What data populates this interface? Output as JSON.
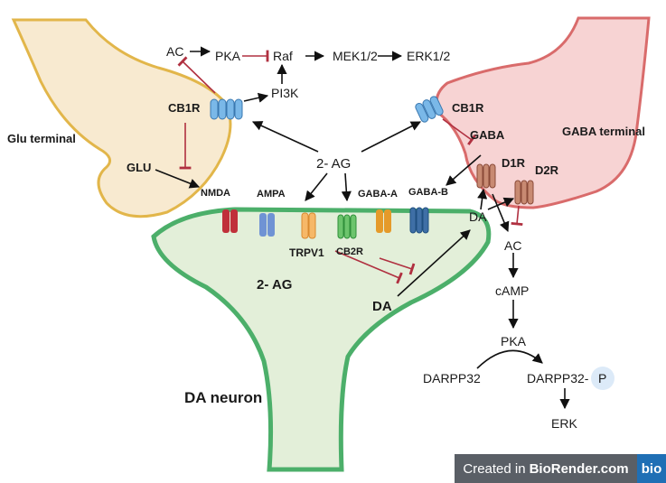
{
  "labels": {
    "glu_terminal": "Glu terminal",
    "gaba_terminal": "GABA terminal",
    "da_neuron": "DA neuron",
    "cb1r_left": "CB1R",
    "cb1r_right": "CB1R",
    "glu": "GLU",
    "gaba": "GABA",
    "ag_center": "2- AG",
    "ag_neuron": "2- AG",
    "nmda": "NMDA",
    "ampa": "AMPA",
    "trpv1": "TRPV1",
    "cb2r": "CB2R",
    "gaba_a": "GABA-A",
    "gaba_b": "GABA-B",
    "d1r": "D1R",
    "d2r": "D2R",
    "da_neuron_label": "DA",
    "da_synapse": "DA",
    "ac_top": "AC",
    "pka_top": "PKA",
    "raf": "Raf",
    "mek": "MEK1/2",
    "erk_top": "ERK1/2",
    "pi3k": "PI3K",
    "ac_right": "AC",
    "camp": "cAMP",
    "pka_right": "PKA",
    "darpp32": "DARPP32",
    "darpp32p": "DARPP32-",
    "phospho": "P",
    "erk_bottom": "ERK"
  },
  "footer": {
    "created_in": "Created in",
    "brand": "BioRender.com",
    "logo": "bio"
  },
  "colors": {
    "glu_fill": "#f8ead0",
    "glu_stroke": "#e2b64a",
    "gaba_fill": "#f7d3d3",
    "gaba_stroke": "#d96b6b",
    "neuron_fill": "#e3efd9",
    "neuron_stroke": "#4caf6a",
    "inhibit": "#b03040",
    "arrow": "#111111"
  },
  "icons": [
    "receptor-cb1r-icon",
    "nmda-receptor-icon",
    "ampa-receptor-icon",
    "trpv1-channel-icon",
    "cb2r-receptor-icon",
    "gaba-a-receptor-icon",
    "gaba-b-receptor-icon",
    "d1r-receptor-icon",
    "d2r-receptor-icon",
    "biorender-logo-icon"
  ]
}
